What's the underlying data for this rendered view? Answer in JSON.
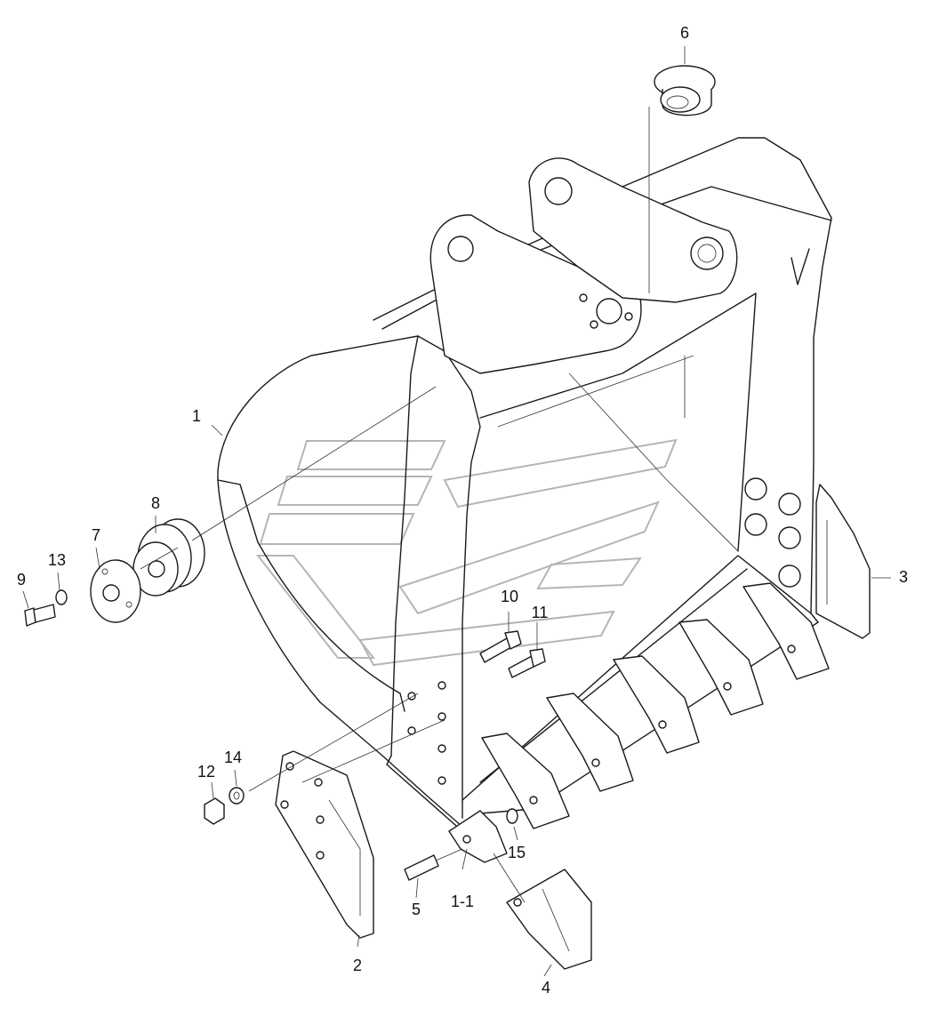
{
  "callouts": {
    "c1": "1",
    "c1_1": "1-1",
    "c2": "2",
    "c3": "3",
    "c4": "4",
    "c5": "5",
    "c6": "6",
    "c7": "7",
    "c8": "8",
    "c9": "9",
    "c10": "10",
    "c11": "11",
    "c12": "12",
    "c13": "13",
    "c14": "14",
    "c15": "15"
  }
}
